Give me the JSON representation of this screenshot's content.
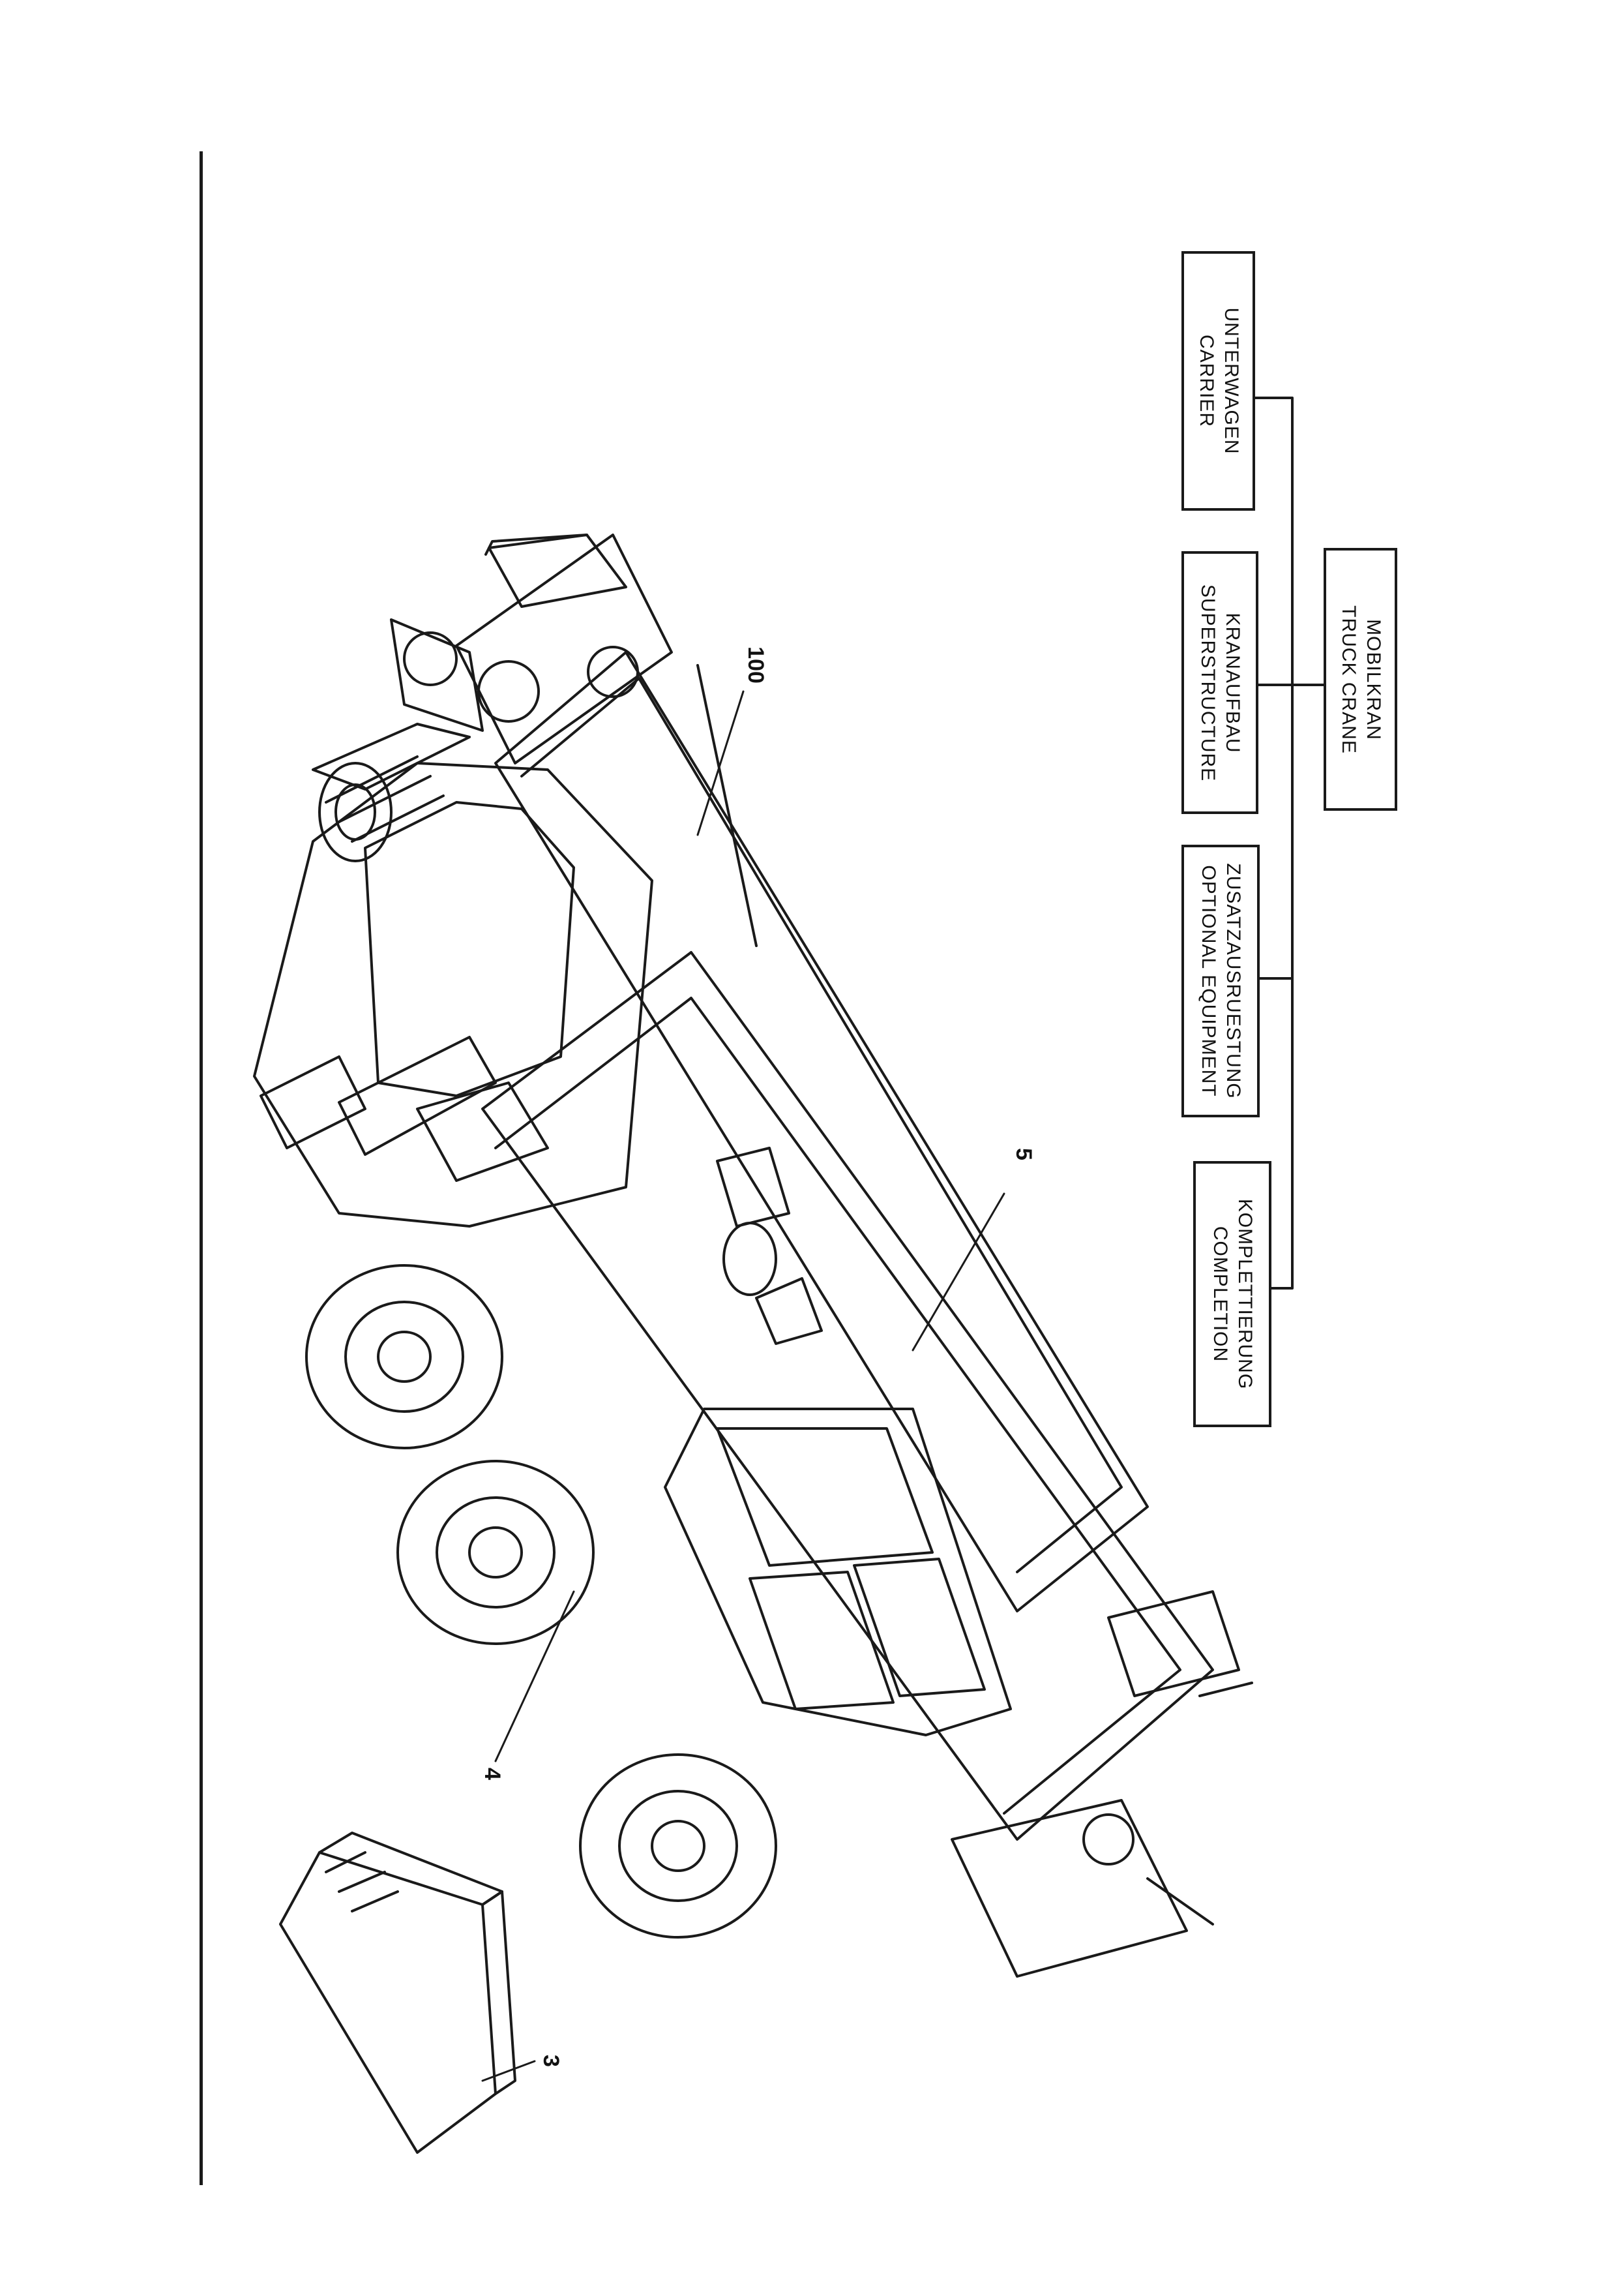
{
  "tree": {
    "root": {
      "line1": "MOBILKRAN",
      "line2": "TRUCK CRANE"
    },
    "children": [
      {
        "line1": "UNTERWAGEN",
        "line2": "CARRIER"
      },
      {
        "line1": "KRANAUFBAU",
        "line2": "SUPERSTRUCTURE"
      },
      {
        "line1": "ZUSATZAUSRUESTUNG",
        "line2": "OPTIONAL EQUIPMENT"
      },
      {
        "line1": "KOMPLETTIERUNG",
        "line2": "COMPLETION"
      }
    ]
  },
  "callouts": {
    "boom": "100",
    "superstructure": "5",
    "carrier": "4",
    "accessory": "3"
  },
  "colors": {
    "ink": "#1a1a1a",
    "paper": "#ffffff"
  }
}
